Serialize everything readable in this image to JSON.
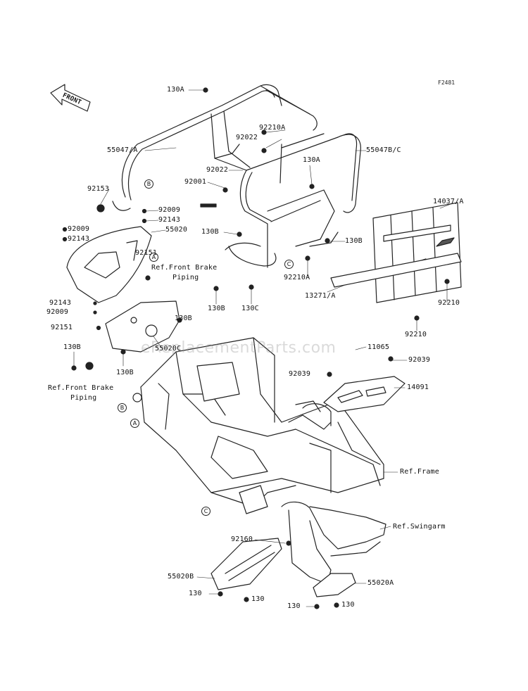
{
  "figure_code": "F2481",
  "front_arrow": "FRONT",
  "watermark": "eReplacementParts.com",
  "markers": {
    "a": "A",
    "b": "B",
    "c": "C"
  },
  "parts": {
    "p130a_top": "130A",
    "p55047a": "55047/A",
    "p92210a_top": "92210A",
    "p92022_top": "92022",
    "p55047bc": "55047B/C",
    "p92022_mid": "92022",
    "p130a_mid": "130A",
    "p92001": "92001",
    "p92153": "92153",
    "p92009_a": "92009",
    "p92143_a": "92143",
    "p14037a": "14037/A",
    "p92009_b": "92009",
    "p55020": "55020",
    "p92143_b": "92143",
    "p130b_a": "130B",
    "p130b_b": "130B",
    "p92151_a": "92151",
    "p92210a_mid": "92210A",
    "p13271a": "13271/A",
    "p92210_a": "92210",
    "p130c": "130C",
    "p130b_c": "130B",
    "p92143_c": "92143",
    "p92009_c": "92009",
    "p130b_d": "130B",
    "p92210_b": "92210",
    "p92151_b": "92151",
    "p55020c": "55020C",
    "p11065": "11065",
    "p130b_e": "130B",
    "p92039_a": "92039",
    "p130b_f": "130B",
    "p92039_b": "92039",
    "p14091": "14091",
    "p92160": "92160",
    "p55020b": "55020B",
    "p55020a": "55020A",
    "p130_a": "130",
    "p130_b": "130",
    "p130_c": "130",
    "p130_d": "130"
  },
  "references": {
    "front_brake_1": "Ref.Front Brake",
    "piping_1": "Piping",
    "front_brake_2": "Ref.Front Brake",
    "piping_2": "Piping",
    "frame": "Ref.Frame",
    "swingarm": "Ref.Swingarm"
  }
}
